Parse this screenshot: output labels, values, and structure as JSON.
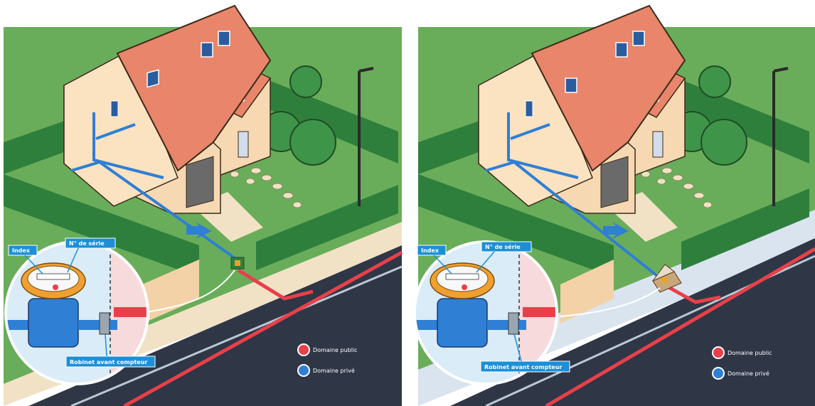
{
  "labels": {
    "index": "Index",
    "serial": "N° de série",
    "valve": "Robinet avant compteur"
  },
  "legend": {
    "public": "Domaine public",
    "private": "Domaine privé"
  },
  "colors": {
    "public": "#e8404a",
    "private": "#2f7fd4",
    "label_bg": "#1c8fd8",
    "grass": "#69ad5a",
    "hedge": "#2f7f3c",
    "road": "#2f3646",
    "wall": "#f6d9b3",
    "roof": "#e8856a"
  },
  "panels": [
    {
      "meter_location": "garden-box"
    },
    {
      "meter_location": "sidewalk-pit"
    }
  ]
}
